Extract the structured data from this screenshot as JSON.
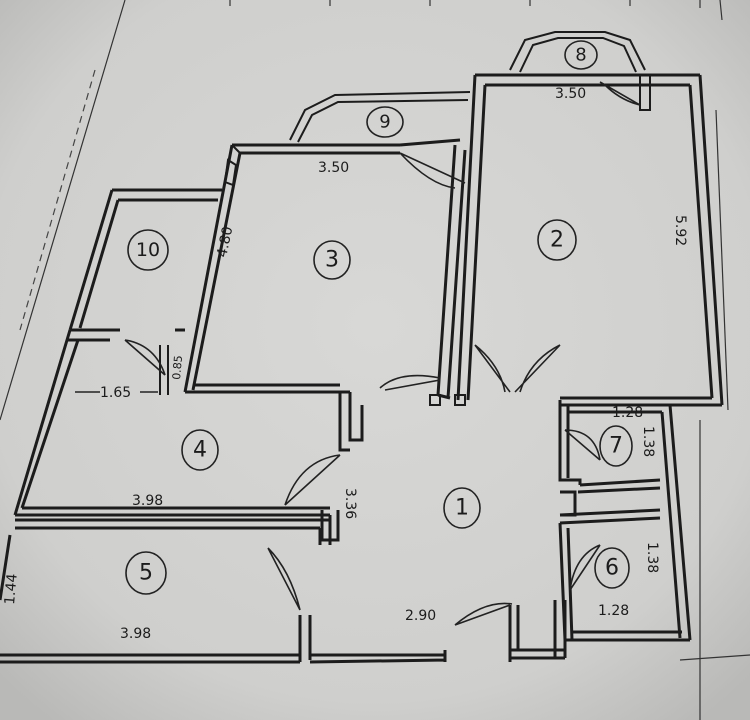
{
  "rooms": [
    {
      "id": "room-1",
      "number": "1"
    },
    {
      "id": "room-2",
      "number": "2"
    },
    {
      "id": "room-3",
      "number": "3"
    },
    {
      "id": "room-4",
      "number": "4"
    },
    {
      "id": "room-5",
      "number": "5"
    },
    {
      "id": "room-6",
      "number": "6"
    },
    {
      "id": "room-7",
      "number": "7"
    },
    {
      "id": "room-8",
      "number": "8"
    },
    {
      "id": "room-9",
      "number": "9"
    },
    {
      "id": "room-10",
      "number": "10"
    }
  ],
  "dimensions": {
    "room2_top": "3.50",
    "room2_side": "5.92",
    "room3_top": "3.50",
    "room3_side": "4.80",
    "room10_small": "0.85",
    "room4_top": "1.65",
    "room4_bottom": "3.98",
    "room5_bottom": "3.98",
    "room5_side": "1.44",
    "room1_side": "3.36",
    "room1_bottom": "2.90",
    "room7_top": "1.28",
    "room7_side": "1.38",
    "room6_side": "1.38",
    "room6_bottom": "1.28"
  },
  "colors": {
    "paper": "#d4d4d2",
    "ink": "#1c1c1c"
  }
}
